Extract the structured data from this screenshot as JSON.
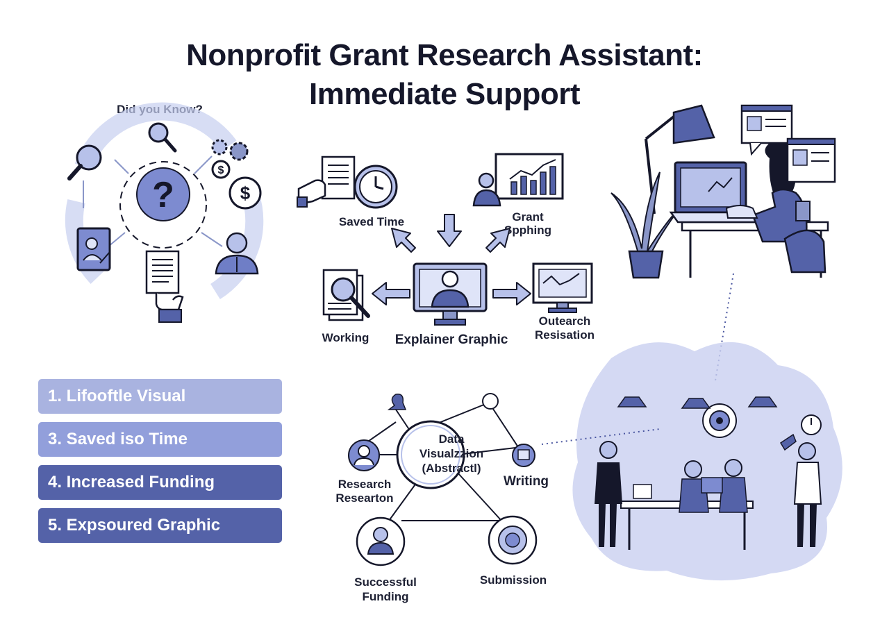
{
  "title": {
    "line1": "Nonprofit Grant Research Assistant:",
    "line2": "Immediate Support"
  },
  "cycle": {
    "label": "Did you Know?"
  },
  "explainer": {
    "saved_time": "Saved Time",
    "grant_line1": "Grant",
    "grant_line2": "Spphing",
    "working": "Working",
    "center": "Explainer Graphic",
    "outreach_line1": "Outearch",
    "outreach_line2": "Resisation"
  },
  "list": [
    {
      "label": "1. Lifooftle Visual",
      "color": "#a9b3e0"
    },
    {
      "label": "3.  Saved iso Time",
      "color": "#929fdb"
    },
    {
      "label": "4.  Increased Funding",
      "color": "#5462a8"
    },
    {
      "label": "5.  Expsoured Graphic",
      "color": "#5462a8"
    }
  ],
  "network": {
    "center_line1": "Data",
    "center_line2": "Visualzzion",
    "center_line3": "(Abstractl)",
    "research_line1": "Research",
    "research_line2": "Researton",
    "writing": "Writing",
    "funding_line1": "Successful",
    "funding_line2": "Funding",
    "submission": "Submission"
  },
  "colors": {
    "accent": "#4a56a0",
    "light_accent": "#b8c2ec",
    "ink": "#15172a"
  }
}
